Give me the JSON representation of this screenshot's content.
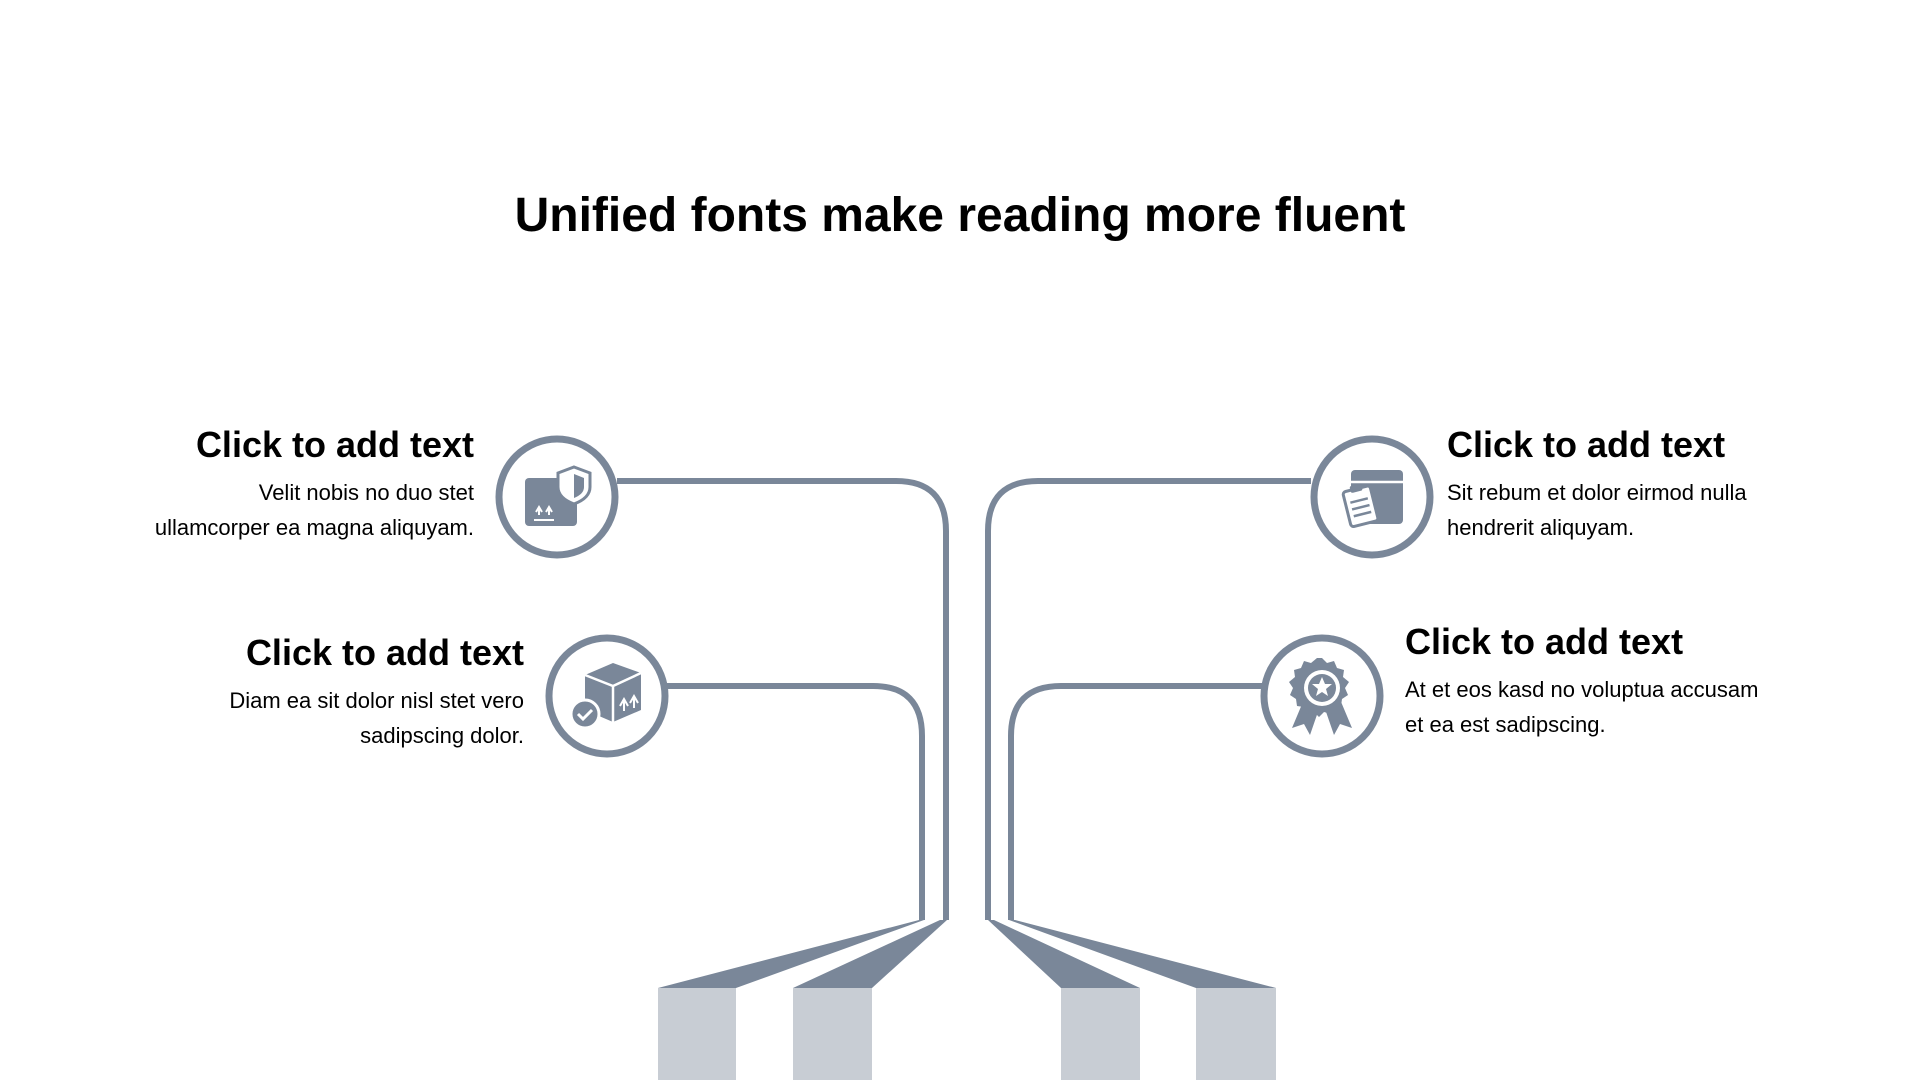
{
  "title": "Unified fonts make reading more fluent",
  "colors": {
    "line": "#7a8799",
    "column": "#c8cdd4",
    "text": "#000000",
    "background": "#ffffff"
  },
  "items": [
    {
      "heading": "Click to add text",
      "body_lines": [
        "Velit nobis no duo stet",
        "ullamcorper ea magna aliquyam."
      ],
      "icon": "package-shield-icon"
    },
    {
      "heading": "Click to add text",
      "body_lines": [
        "Diam ea sit dolor nisl stet vero",
        "sadipscing dolor."
      ],
      "icon": "box-checkmark-icon"
    },
    {
      "heading": "Click to add text",
      "body_lines": [
        "Sit rebum et dolor eirmod nulla",
        "hendrerit aliquyam."
      ],
      "icon": "box-clipboard-icon"
    },
    {
      "heading": "Click to add text",
      "body_lines": [
        "At et eos kasd no voluptua accusam",
        "et ea est sadipscing."
      ],
      "icon": "award-ribbon-icon"
    }
  ]
}
